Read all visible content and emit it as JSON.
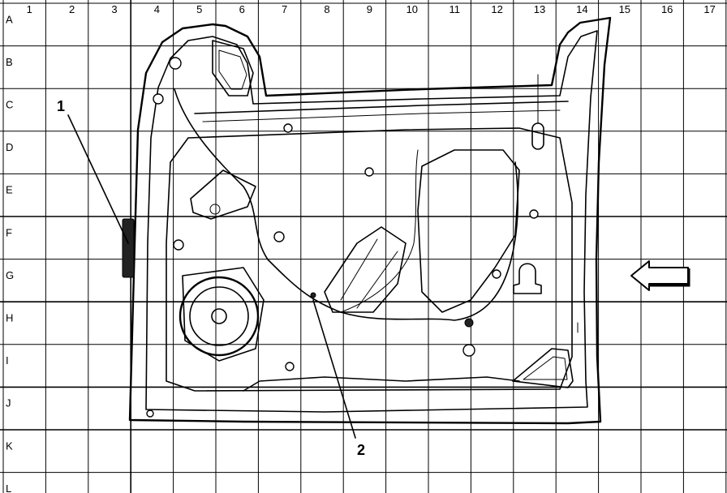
{
  "grid": {
    "columns": [
      "1",
      "2",
      "3",
      "4",
      "5",
      "6",
      "7",
      "8",
      "9",
      "10",
      "11",
      "12",
      "13",
      "14",
      "15",
      "16",
      "17"
    ],
    "rows": [
      "A",
      "B",
      "C",
      "D",
      "E",
      "F",
      "G",
      "H",
      "I",
      "J",
      "K",
      "L"
    ]
  },
  "callouts": [
    {
      "label": "1"
    },
    {
      "label": "2"
    }
  ],
  "direction_marker": {
    "icon": "arrow-left-icon"
  },
  "colors": {
    "ink": "#000000",
    "paper": "#ffffff"
  }
}
